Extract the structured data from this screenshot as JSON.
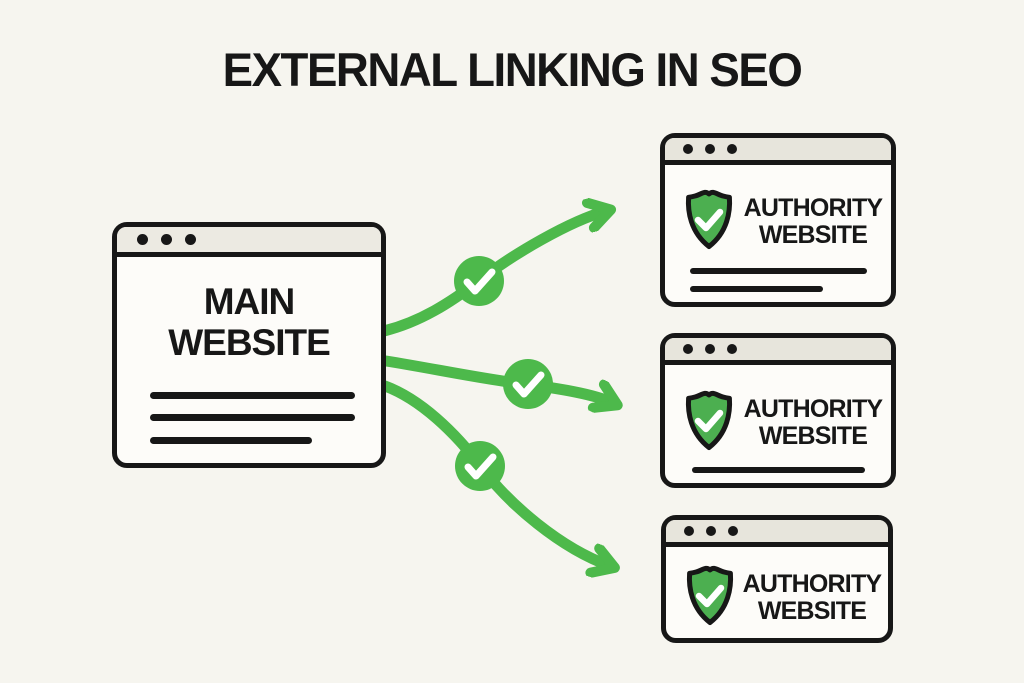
{
  "title": "EXTERNAL LINKING IN SEO",
  "main_window": {
    "name": "Main Website",
    "label_line1": "MAIN",
    "label_line2": "WEBSITE",
    "placeholder_lines": 3
  },
  "authority_windows": [
    {
      "label_line1": "AUTHORITY",
      "label_line2": "WEBSITE",
      "placeholder_lines": 2
    },
    {
      "label_line1": "AUTHORITY",
      "label_line2": "WEBSITE",
      "placeholder_lines": 1
    },
    {
      "label_line1": "AUTHORITY",
      "label_line2": "WEBSITE",
      "placeholder_lines": 0
    }
  ],
  "links": [
    {
      "from": "Main Website",
      "to": "Authority Website 1",
      "badge": "check-circle-icon"
    },
    {
      "from": "Main Website",
      "to": "Authority Website 2",
      "badge": "check-circle-icon"
    },
    {
      "from": "Main Website",
      "to": "Authority Website 3",
      "badge": "check-circle-icon"
    }
  ],
  "icons": {
    "shield": "shield-check-icon",
    "window_dots": "window-dots-icon",
    "arrow": "curved-arrow-icon",
    "check": "check-circle-icon"
  },
  "colors": {
    "background": "#F6F5EF",
    "ink": "#171717",
    "arrow_green": "#4DB94B",
    "shield_green": "#4CAF50",
    "titlebar_main": "#ECEAE2",
    "titlebar_authority": "#E7E5DC",
    "window_body": "#FDFCF9"
  }
}
